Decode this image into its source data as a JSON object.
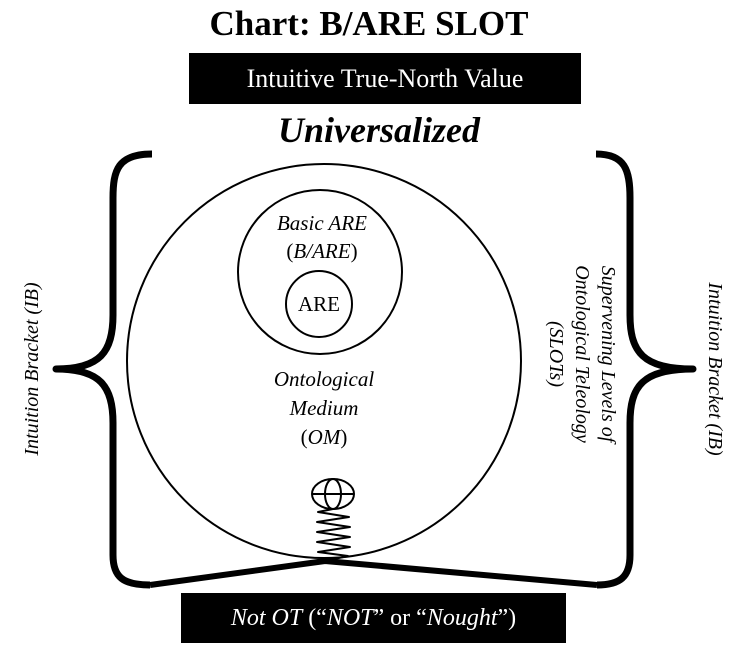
{
  "title": "Chart: B/ARE SLOT",
  "banner": "Intuitive True-North Value",
  "top_label": "Universalized",
  "left_bracket_label": "Intuition Bracket (IB)",
  "right_bracket_label": "Intuition Bracket (IB)",
  "inner_circle": {
    "line1": "Basic ARE",
    "line2": "(B/ARE)"
  },
  "core_circle": "ARE",
  "medium": {
    "line1": "Ontological",
    "line2": "Medium",
    "line3": "(OM)"
  },
  "slots_label": {
    "line1": "Supervening Levels of",
    "line2": "Ontological Teleology",
    "line3": "(SLOTs)"
  },
  "footer": {
    "part1": "Not OT",
    "part2": " (“",
    "part3": "NOT",
    "part4": "” or “",
    "part5": "Nought",
    "part6": "”)"
  }
}
